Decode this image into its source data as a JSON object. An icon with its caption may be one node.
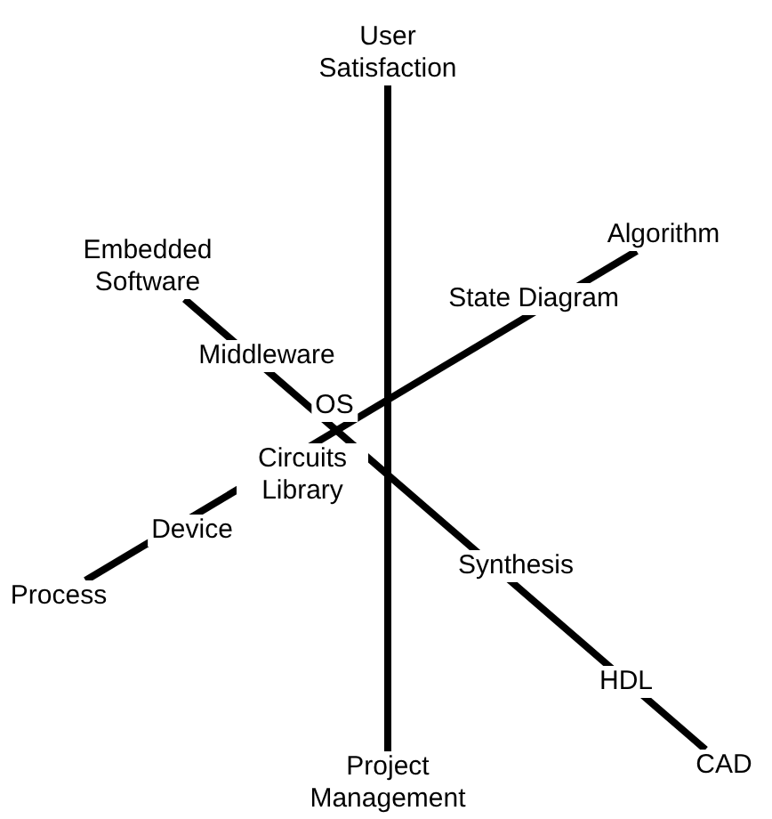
{
  "diagram": {
    "nodes": [
      {
        "text": [
          "User Satisfaction"
        ]
      },
      {
        "text": [
          "Embedded Software"
        ]
      },
      {
        "text": [
          "Algorithm"
        ]
      },
      {
        "text": [
          "Process"
        ]
      },
      {
        "text": [
          "Project Management"
        ]
      },
      {
        "text": [
          "CAD"
        ]
      }
    ],
    "edges": [
      {
        "from": 0,
        "to": 4,
        "arrow": "none"
      },
      {
        "from": 1,
        "to": 5,
        "arrow": "none"
      },
      {
        "from": 2,
        "to": 3,
        "arrow": "none"
      }
    ],
    "labels": [
      "Middleware",
      "State Diagram",
      "OS",
      "Circuits Library",
      "Device",
      "Synthesis",
      "HDL"
    ]
  }
}
